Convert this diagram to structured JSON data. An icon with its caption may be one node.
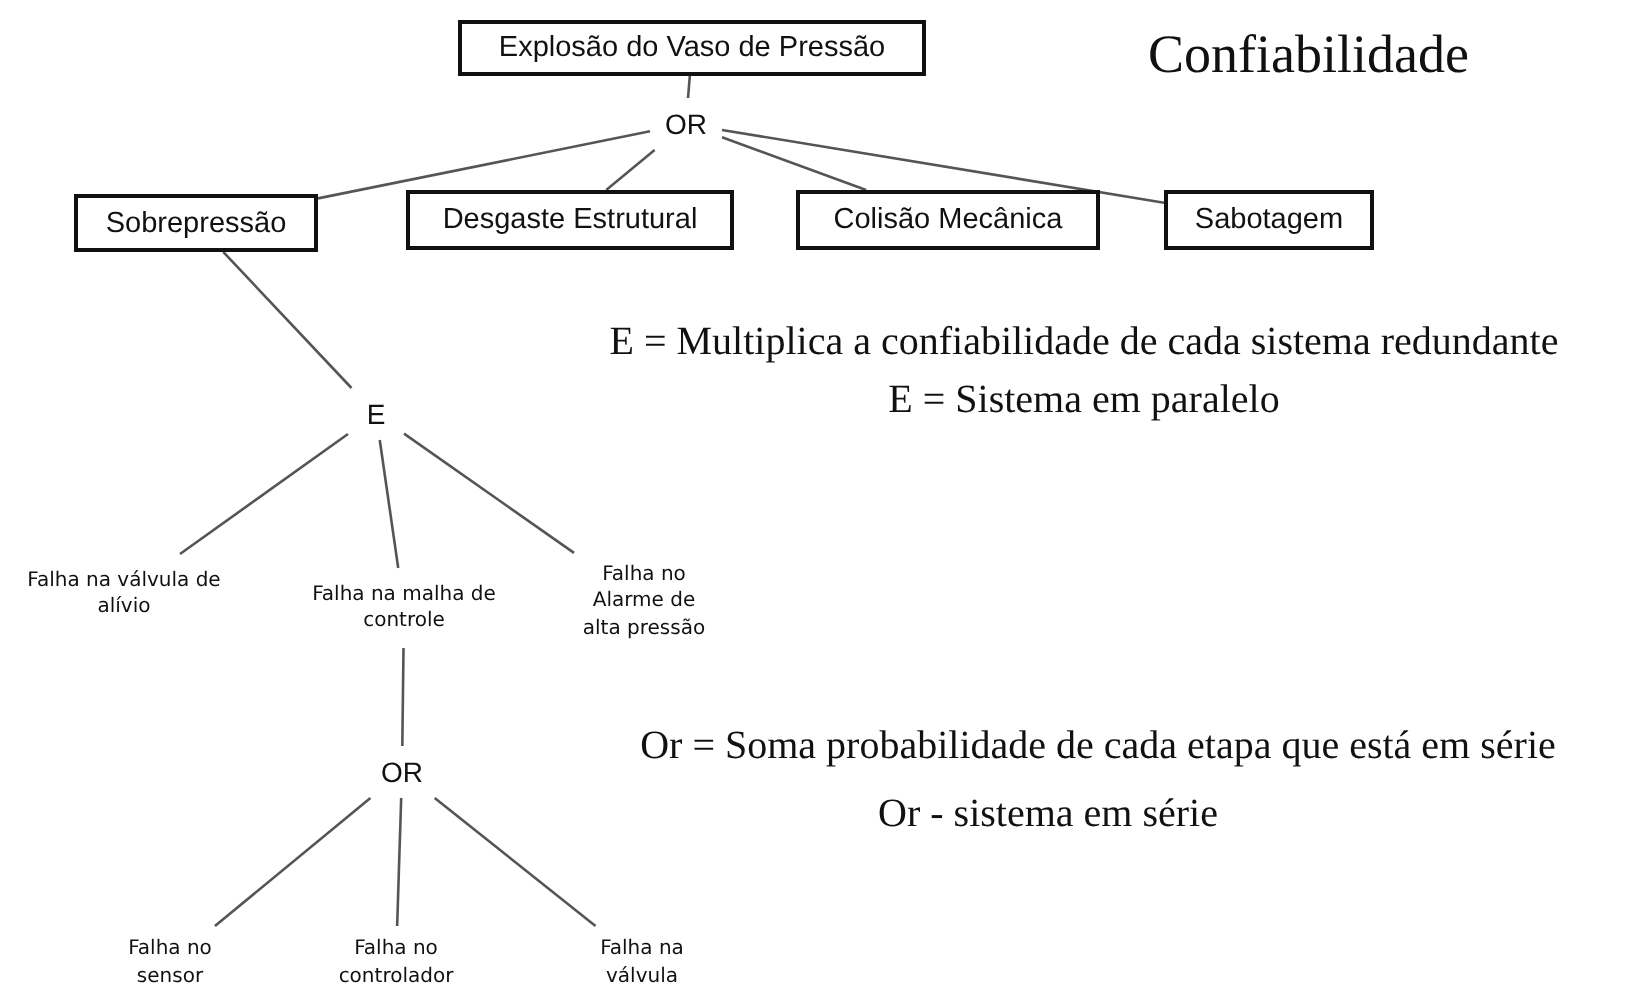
{
  "diagram": {
    "title": "Confiabilidade",
    "nodes": [
      {
        "text": [
          "Explosão do Vaso de Pressão"
        ]
      },
      {
        "text": [
          "OR"
        ]
      },
      {
        "text": [
          "Sobrepressão"
        ]
      },
      {
        "text": [
          "Desgaste Estrutural"
        ]
      },
      {
        "text": [
          "Colisão Mecânica"
        ]
      },
      {
        "text": [
          "Sabotagem"
        ]
      },
      {
        "text": [
          "E"
        ]
      },
      {
        "text": [
          "Falha na válvula de alívio"
        ]
      },
      {
        "text": [
          "Falha na malha de controle"
        ]
      },
      {
        "text": [
          "Falha no Alarme de alta pressão"
        ]
      },
      {
        "text": [
          "OR"
        ]
      },
      {
        "text": [
          "Falha no sensor"
        ]
      },
      {
        "text": [
          "Falha no controlador"
        ]
      },
      {
        "text": [
          "Falha na válvula"
        ]
      }
    ],
    "edges": [
      {
        "from": 0,
        "to": 1,
        "arrow": "none"
      },
      {
        "from": 1,
        "to": 2,
        "arrow": "none"
      },
      {
        "from": 1,
        "to": 3,
        "arrow": "none"
      },
      {
        "from": 1,
        "to": 4,
        "arrow": "none"
      },
      {
        "from": 1,
        "to": 5,
        "arrow": "none"
      },
      {
        "from": 2,
        "to": 6,
        "arrow": "none"
      },
      {
        "from": 6,
        "to": 7,
        "arrow": "none"
      },
      {
        "from": 6,
        "to": 8,
        "arrow": "none"
      },
      {
        "from": 6,
        "to": 9,
        "arrow": "none"
      },
      {
        "from": 8,
        "to": 10,
        "arrow": "none"
      },
      {
        "from": 10,
        "to": 11,
        "arrow": "none"
      },
      {
        "from": 10,
        "to": 12,
        "arrow": "none"
      },
      {
        "from": 10,
        "to": 13,
        "arrow": "none"
      }
    ],
    "labels": [
      "E = Multiplica a confiabilidade de cada sistema redundante",
      "E = Sistema em paralelo",
      "Or = Soma  probabilidade de cada etapa que está em série",
      "Or  - sistema em série"
    ]
  }
}
